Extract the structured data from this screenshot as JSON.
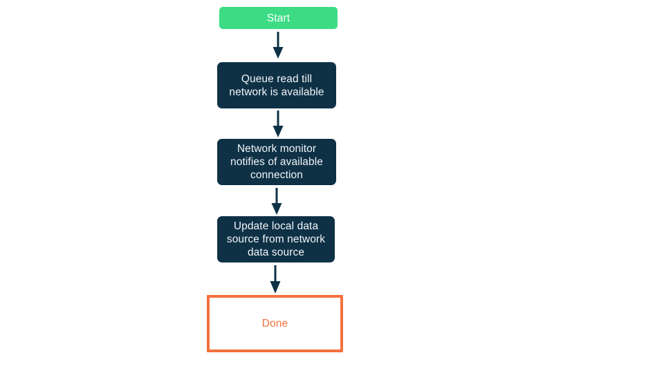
{
  "diagram": {
    "type": "flowchart",
    "orientation": "top-to-bottom",
    "background_color": "#ffffff",
    "colors": {
      "start_fill": "#3DDC84",
      "start_text": "#ffffff",
      "process_fill": "#0E3146",
      "process_text": "#f2f5f7",
      "done_border": "#F4703C",
      "done_text": "#F4703C",
      "done_fill": "#ffffff",
      "arrow": "#0E3146"
    },
    "nodes": [
      {
        "id": "start",
        "label": "Start",
        "shape": "rounded-rectangle",
        "style": "start"
      },
      {
        "id": "queue-read",
        "label": "Queue read till\nnetwork is available",
        "shape": "rounded-rectangle",
        "style": "process"
      },
      {
        "id": "network-monitor",
        "label": "Network monitor\nnotifies of available\nconnection",
        "shape": "rounded-rectangle",
        "style": "process"
      },
      {
        "id": "update-local",
        "label": "Update local data\nsource from network\ndata source",
        "shape": "rounded-rectangle",
        "style": "process"
      },
      {
        "id": "done",
        "label": "Done",
        "shape": "rectangle",
        "style": "terminal"
      }
    ],
    "edges": [
      {
        "id": "edge-1",
        "from": "start",
        "to": "queue-read",
        "arrow": "down-arrow-icon"
      },
      {
        "id": "edge-2",
        "from": "queue-read",
        "to": "network-monitor",
        "arrow": "down-arrow-icon"
      },
      {
        "id": "edge-3",
        "from": "network-monitor",
        "to": "update-local",
        "arrow": "down-arrow-icon"
      },
      {
        "id": "edge-4",
        "from": "update-local",
        "to": "done",
        "arrow": "down-arrow-icon"
      }
    ]
  }
}
